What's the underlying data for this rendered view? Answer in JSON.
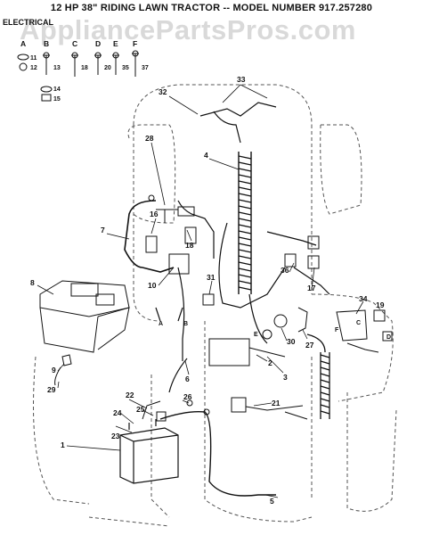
{
  "title": "12 HP 38\" RIDING LAWN TRACTOR -- MODEL NUMBER 917.257280",
  "section": "ELECTRICAL",
  "watermark": "AppliancePartsPros.com",
  "hardware": {
    "letters": [
      "A",
      "B",
      "C",
      "D",
      "E",
      "F"
    ],
    "numbers": [
      "11",
      "12",
      "13",
      "18",
      "20",
      "35",
      "37",
      "14",
      "15"
    ]
  },
  "callouts": [
    "32",
    "33",
    "28",
    "4",
    "16",
    "7",
    "8",
    "18",
    "10",
    "31",
    "36",
    "17",
    "34",
    "19",
    "C",
    "D",
    "A",
    "B",
    "E",
    "F",
    "1",
    "2",
    "3",
    "5",
    "6",
    "9",
    "29",
    "21",
    "22",
    "23",
    "24",
    "25",
    "26",
    "27",
    "30"
  ]
}
